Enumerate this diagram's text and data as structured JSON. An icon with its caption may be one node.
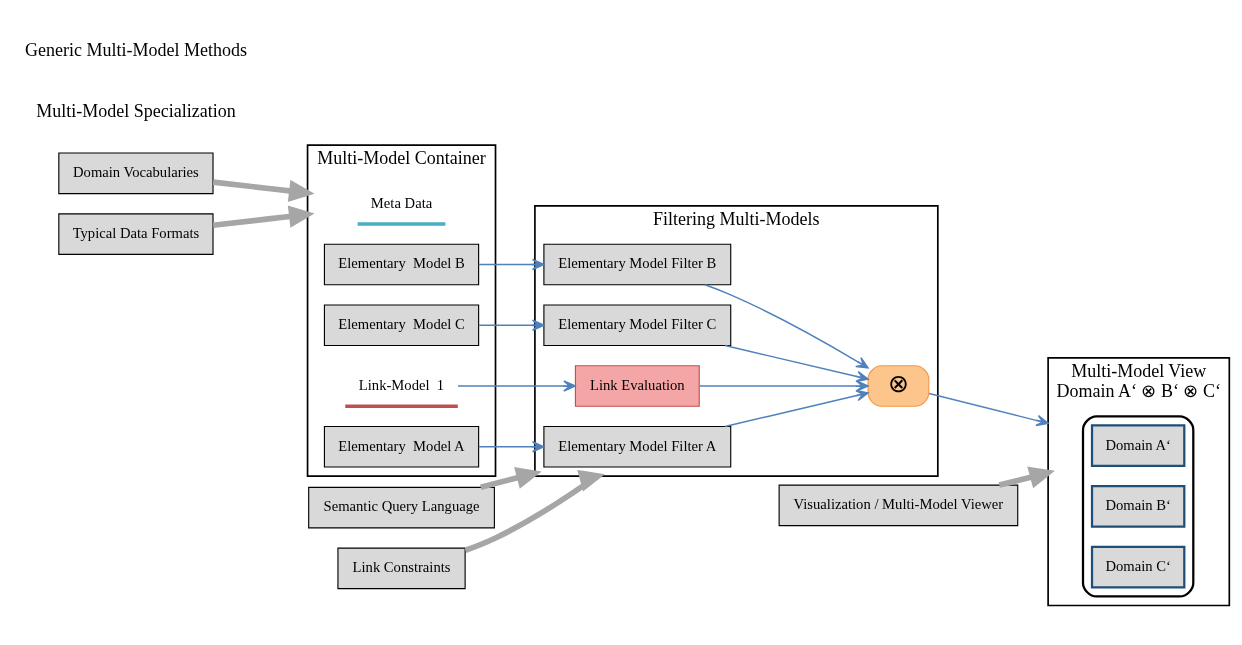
{
  "diagram": {
    "nodes": [
      {
        "text": [
          "Domain Vocabularies"
        ]
      },
      {
        "text": [
          "Semantic Query Language"
        ]
      },
      {
        "text": [
          "Visualization / Multi-Model Viewer"
        ]
      },
      {
        "text": [
          "Typical Data Formats"
        ]
      },
      {
        "text": [
          "Link Constraints"
        ]
      },
      {
        "text": [
          "Multi-Model Container"
        ]
      },
      {
        "text": [
          "Filtering Multi-Models"
        ]
      },
      {
        "text": [
          "Multi-Model View",
          "Domain A‘ ⊗ B‘ ⊗ C‘"
        ]
      },
      {
        "text": [
          "Meta Data"
        ],
        "in": 5
      },
      {
        "text": [
          "Elementary  Model A"
        ],
        "in": 5
      },
      {
        "text": [
          "Elementary  Model B"
        ],
        "in": 5
      },
      {
        "text": [
          "Elementary  Model C"
        ],
        "in": 5
      },
      {
        "text": [
          "Link-Model  1"
        ],
        "in": 5
      },
      {
        "text": [
          "Elementary Model Filter A"
        ],
        "in": 6
      },
      {
        "text": [
          "Elementary Model Filter B"
        ],
        "in": 6
      },
      {
        "text": [
          "Elementary Model Filter C"
        ],
        "in": 6
      },
      {
        "text": [
          "Link Evaluation"
        ],
        "in": 6
      },
      {
        "text": [
          "⊗"
        ],
        "in": 6
      },
      {
        "text": [],
        "shape": "document",
        "in": 7
      },
      {
        "text": [
          "Domain A‘"
        ],
        "in": 18
      },
      {
        "text": [
          "Domain B‘"
        ],
        "in": 18
      },
      {
        "text": [
          "Domain C‘"
        ],
        "in": 18
      }
    ],
    "edges": [
      {
        "from": 0,
        "to": 5,
        "arrow": "to",
        "style": "thick",
        "color": "#a6a6a6"
      },
      {
        "from": 3,
        "to": 5,
        "arrow": "to",
        "style": "thick",
        "color": "#a6a6a6"
      },
      {
        "from": 1,
        "to": 6,
        "arrow": "to",
        "style": "thick",
        "color": "#a6a6a6"
      },
      {
        "from": 4,
        "to": 6,
        "arrow": "to",
        "style": "thick",
        "color": "#a6a6a6"
      },
      {
        "from": 2,
        "to": 7,
        "arrow": "to",
        "style": "thick",
        "color": "#a6a6a6"
      },
      {
        "from": 9,
        "to": 13,
        "arrow": "to"
      },
      {
        "from": 10,
        "to": 14,
        "arrow": "to"
      },
      {
        "from": 11,
        "to": 15,
        "arrow": "to"
      },
      {
        "from": 12,
        "to": 16,
        "arrow": "to"
      },
      {
        "from": 13,
        "to": 17,
        "arrow": "to"
      },
      {
        "from": 14,
        "to": 17,
        "arrow": "to"
      },
      {
        "from": 15,
        "to": 17,
        "arrow": "to"
      },
      {
        "from": 16,
        "to": 17,
        "arrow": "to"
      },
      {
        "from": 17,
        "to": 7,
        "arrow": "to"
      }
    ],
    "labels": [
      "Multi-Model Specialization",
      "Generic Multi-Model Methods"
    ]
  }
}
